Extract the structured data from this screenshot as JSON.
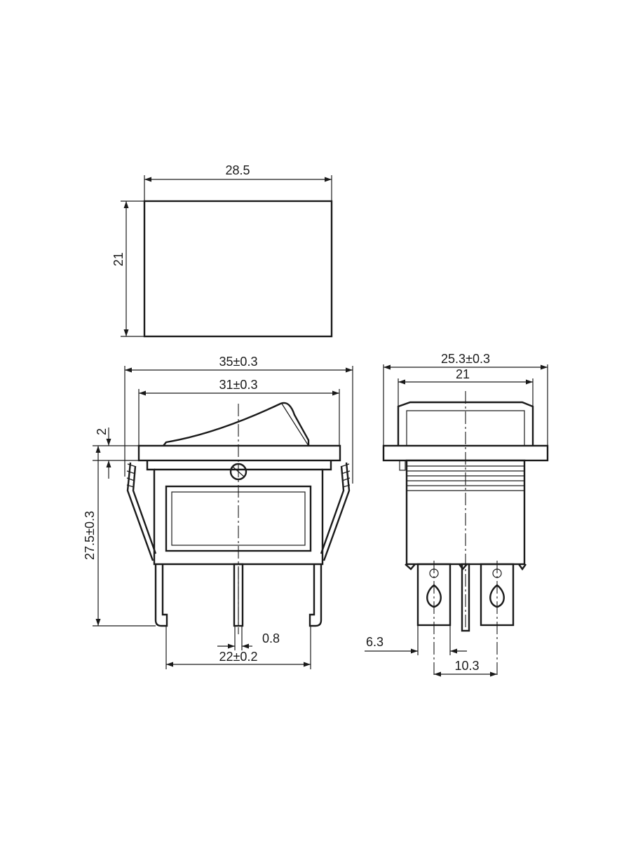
{
  "views": {
    "cutout": {
      "width_label": "28.5",
      "height_label": "21"
    },
    "front": {
      "outer_width_label": "35±0.3",
      "inner_width_label": "31±0.3",
      "flange_label": "2",
      "height_label": "27.5±0.3",
      "pin_width_label": "0.8",
      "pin_span_label": "22±0.2"
    },
    "side": {
      "outer_width_label": "25.3±0.3",
      "inner_width_label": "21",
      "terminal_width_label": "6.3",
      "terminal_pitch_label": "10.3"
    }
  }
}
